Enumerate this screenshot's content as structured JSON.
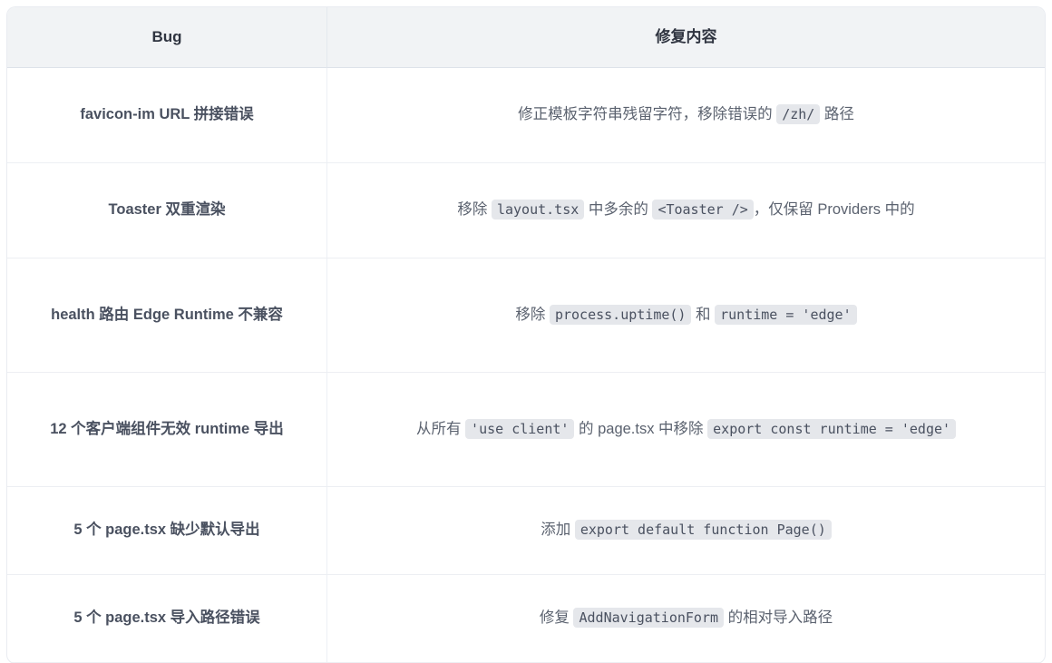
{
  "table": {
    "columns": [
      {
        "key": "bug",
        "label": "Bug"
      },
      {
        "key": "fix",
        "label": "修复内容"
      }
    ],
    "colors": {
      "header_background": "#f1f3f5",
      "header_text": "#2f3440",
      "body_text": "#5b626f",
      "bug_text": "#4a5160",
      "row_divider": "#edeff3",
      "column_divider": "#eceff4",
      "table_border": "#e9ecf1",
      "code_chip_background": "#e5e7eb",
      "page_background": "#ffffff"
    },
    "rows": [
      {
        "bug": "favicon-im URL 拼接错误",
        "fix_parts": [
          {
            "type": "text",
            "value": "修正模板字符串残留字符，移除错误的 "
          },
          {
            "type": "code",
            "value": "/zh/"
          },
          {
            "type": "text",
            "value": " 路径"
          }
        ]
      },
      {
        "bug": "Toaster 双重渲染",
        "fix_parts": [
          {
            "type": "text",
            "value": "移除 "
          },
          {
            "type": "code",
            "value": "layout.tsx"
          },
          {
            "type": "text",
            "value": " 中多余的 "
          },
          {
            "type": "code",
            "value": "<Toaster />"
          },
          {
            "type": "text",
            "value": "，仅保留 Providers 中的"
          }
        ]
      },
      {
        "bug": "health 路由 Edge Runtime 不兼容",
        "fix_parts": [
          {
            "type": "text",
            "value": "移除 "
          },
          {
            "type": "code",
            "value": "process.uptime()"
          },
          {
            "type": "text",
            "value": " 和 "
          },
          {
            "type": "code",
            "value": "runtime = 'edge'"
          }
        ]
      },
      {
        "bug": "12 个客户端组件无效 runtime 导出",
        "fix_parts": [
          {
            "type": "text",
            "value": "从所有 "
          },
          {
            "type": "code",
            "value": "'use client'"
          },
          {
            "type": "text",
            "value": " 的 page.tsx 中移除 "
          },
          {
            "type": "code",
            "value": "export const runtime = 'edge'"
          }
        ]
      },
      {
        "bug": "5 个 page.tsx 缺少默认导出",
        "fix_parts": [
          {
            "type": "text",
            "value": "添加 "
          },
          {
            "type": "code",
            "value": "export default function Page()"
          }
        ]
      },
      {
        "bug": "5 个 page.tsx 导入路径错误",
        "fix_parts": [
          {
            "type": "text",
            "value": "修复 "
          },
          {
            "type": "code",
            "value": "AddNavigationForm"
          },
          {
            "type": "text",
            "value": " 的相对导入路径"
          }
        ]
      }
    ]
  }
}
